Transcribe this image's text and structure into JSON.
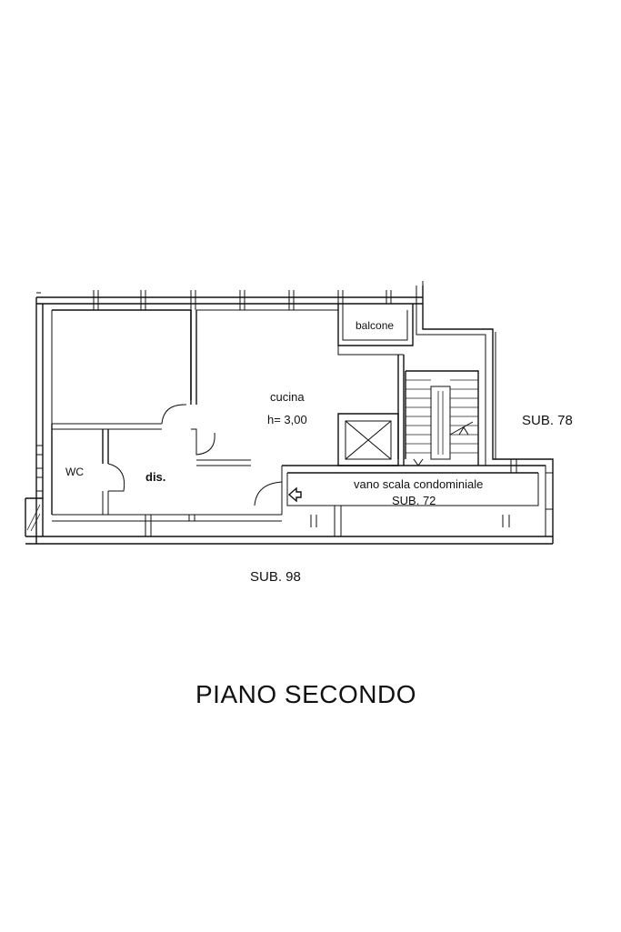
{
  "rooms": {
    "cucina": "cucina",
    "height": "h= 3,00",
    "balcone": "balcone",
    "wc": "WC",
    "dis": "dis.",
    "stair": "vano scala condominiale",
    "stair_sub": "SUB. 72"
  },
  "neighbors": {
    "east": "SUB. 78",
    "south": "SUB. 98"
  },
  "floor_title": "PIANO SECONDO"
}
